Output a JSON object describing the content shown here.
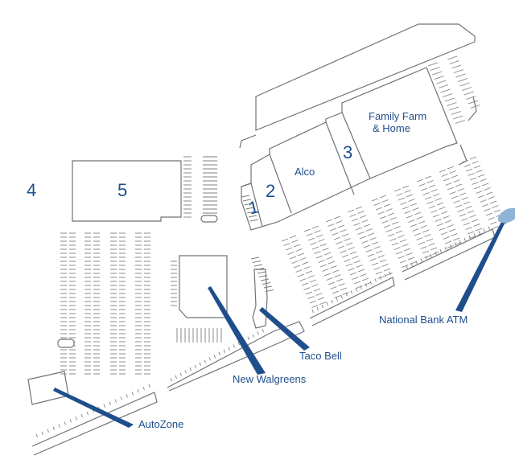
{
  "stores": {
    "s1": "1",
    "s2": "2",
    "alco": "Alco",
    "s3": "3",
    "family_farm_line1": "Family Farm",
    "family_farm_line2": "& Home",
    "s4": "4",
    "s5": "5"
  },
  "callouts": {
    "new_walgreens": "New Walgreens",
    "taco_bell": "Taco Bell",
    "autozone": "AutoZone",
    "national_bank_atm": "National Bank ATM"
  },
  "colors": {
    "label": "#1f4e8c",
    "outline": "#6f7378",
    "atm_marker": "#8fb4d6"
  }
}
